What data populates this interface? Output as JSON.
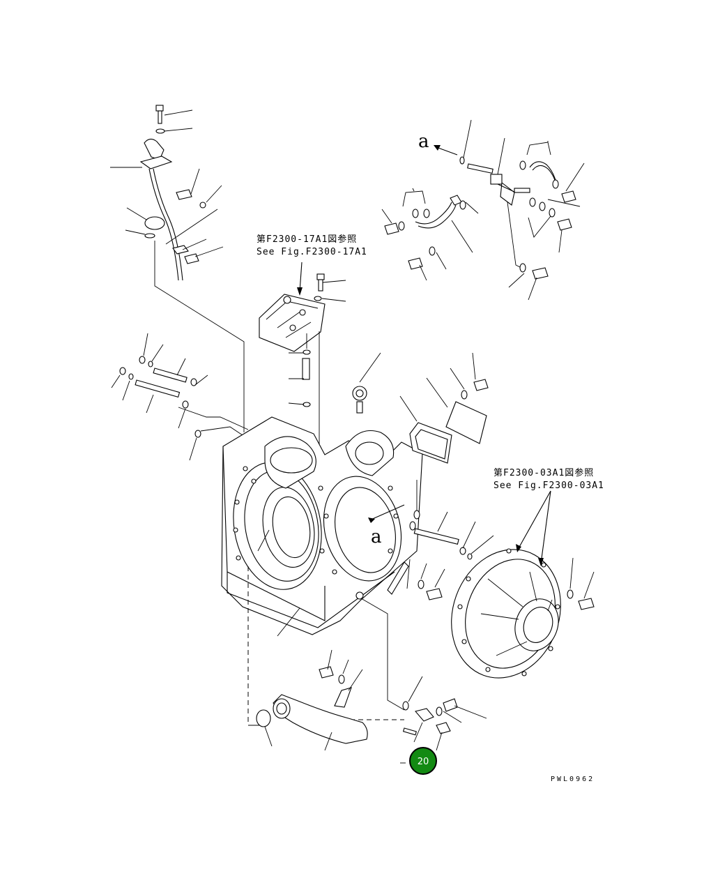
{
  "diagram": {
    "ref_top": {
      "jp": "第F2300-17A1図参照",
      "en": "See Fig.F2300-17A1"
    },
    "ref_right": {
      "jp": "第F2300-03A1図参照",
      "en": "See Fig.F2300-03A1"
    },
    "view_marker": "a",
    "drawing_code": "PWL0962",
    "callout_number": "20",
    "callout_color": "#138a13"
  }
}
